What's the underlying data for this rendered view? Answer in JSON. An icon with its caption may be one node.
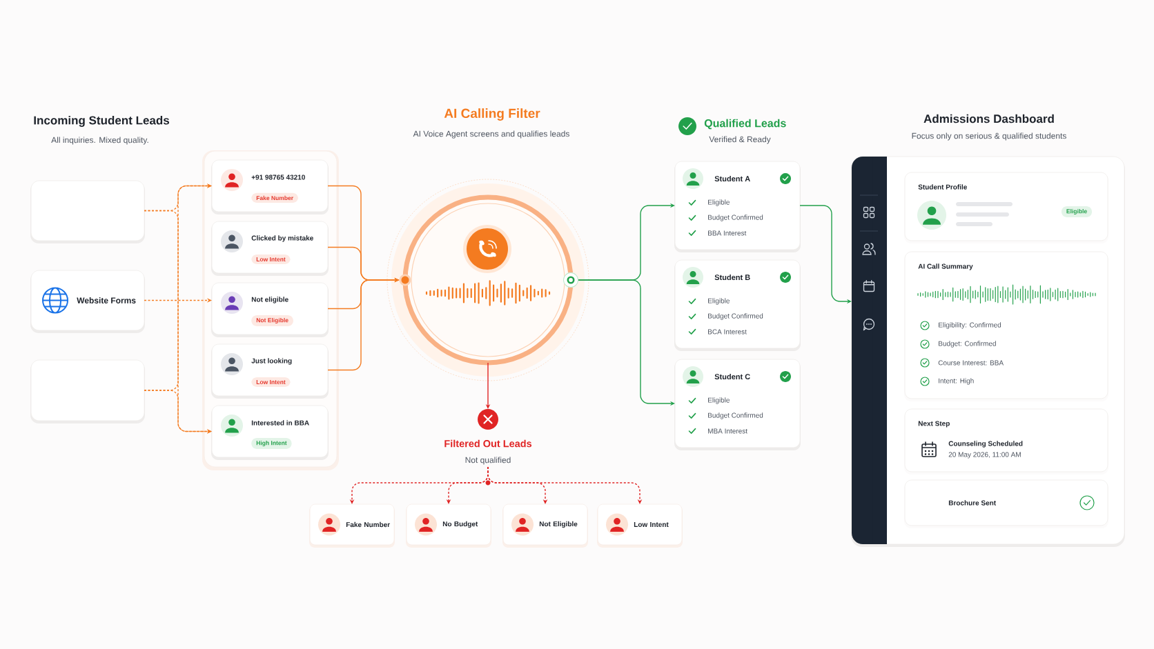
{
  "diagram": {
    "nodes": [
      {
        "text": [],
        "shape": "box"
      },
      {
        "text": [
          "Website Forms"
        ]
      },
      {
        "text": [],
        "shape": "box"
      },
      {
        "text": [],
        "shape": "box"
      },
      {
        "text": [
          "+91 98765 43210",
          "Fake Number"
        ],
        "in": 3
      },
      {
        "text": [
          "Clicked by mistake",
          "Low Intent"
        ],
        "in": 3
      },
      {
        "text": [
          "Not eligible",
          "Not Eligible"
        ],
        "in": 3
      },
      {
        "text": [
          "Just looking",
          "Low Intent"
        ],
        "in": 3
      },
      {
        "text": [
          "Interested in BBA",
          "High Intent"
        ],
        "in": 3
      },
      {
        "text": [],
        "shape": "circle"
      },
      {
        "text": [
          "Filtered Out Leads",
          "Not qualified"
        ]
      },
      {
        "text": [
          "Fake Number"
        ]
      },
      {
        "text": [
          "No Budget"
        ]
      },
      {
        "text": [
          "Not Eligible"
        ]
      },
      {
        "text": [
          "Low Intent"
        ]
      },
      {
        "text": [
          "Student A",
          "Eligible",
          "Budget Confirmed",
          "BBA Interest"
        ]
      },
      {
        "text": [
          "Student B",
          "Eligible",
          "Budget Confirmed",
          "BCA Interest"
        ]
      },
      {
        "text": [
          "Student C",
          "Eligible",
          "Budget Confirmed",
          "MBA Interest"
        ]
      },
      {
        "text": [],
        "shape": "box"
      },
      {
        "text": [
          "Student Profile",
          "Eligible"
        ],
        "in": 18
      },
      {
        "text": [
          "AI Call Summary",
          "Eligibility: Confirmed",
          "Budget: Confirmed",
          "Course Interest: BBA",
          "Intent: High"
        ],
        "in": 18
      },
      {
        "text": [
          "Next Step",
          "Counseling Scheduled",
          "20 May 2026, 11:00 AM"
        ],
        "in": 18
      },
      {
        "text": [
          "Brochure Sent"
        ],
        "in": 18
      }
    ],
    "edges": [
      {
        "from": 0,
        "to": 4,
        "arrow": "to",
        "style": "dashed"
      },
      {
        "from": 0,
        "to": 8,
        "arrow": "to",
        "style": "dashed"
      },
      {
        "from": 1,
        "to": 6,
        "arrow": "to",
        "style": "dashed"
      },
      {
        "from": 2,
        "to": 4,
        "arrow": "to",
        "style": "dashed"
      },
      {
        "from": 2,
        "to": 8,
        "arrow": "to",
        "style": "dashed"
      },
      {
        "from": 4,
        "to": 9,
        "arrow": "to"
      },
      {
        "from": 5,
        "to": 9,
        "arrow": "to"
      },
      {
        "from": 6,
        "to": 9,
        "arrow": "to"
      },
      {
        "from": 7,
        "to": 9,
        "arrow": "to"
      },
      {
        "from": 9,
        "to": 10,
        "arrow": "to",
        "color": "#e02424"
      },
      {
        "from": 10,
        "to": 11,
        "arrow": "to",
        "style": "dashed",
        "color": "#e02424"
      },
      {
        "from": 10,
        "to": 12,
        "arrow": "to",
        "style": "dashed",
        "color": "#e02424"
      },
      {
        "from": 10,
        "to": 13,
        "arrow": "to",
        "style": "dashed",
        "color": "#e02424"
      },
      {
        "from": 10,
        "to": 14,
        "arrow": "to",
        "style": "dashed",
        "color": "#e02424"
      },
      {
        "from": 9,
        "to": 15,
        "arrow": "to",
        "color": "#22a04b"
      },
      {
        "from": 9,
        "to": 17,
        "arrow": "to",
        "color": "#22a04b"
      },
      {
        "from": 15,
        "to": 18,
        "arrow": "to",
        "color": "#22a04b"
      }
    ],
    "labels": [
      "Incoming Student Leads",
      "All inquiries. Mixed quality.",
      "AI Calling Filter",
      "AI Voice Agent screens and qualifies leads",
      "Qualified Leads",
      "Verified & Ready",
      "Admissions Dashboard",
      "Focus only on serious & qualified students"
    ]
  }
}
